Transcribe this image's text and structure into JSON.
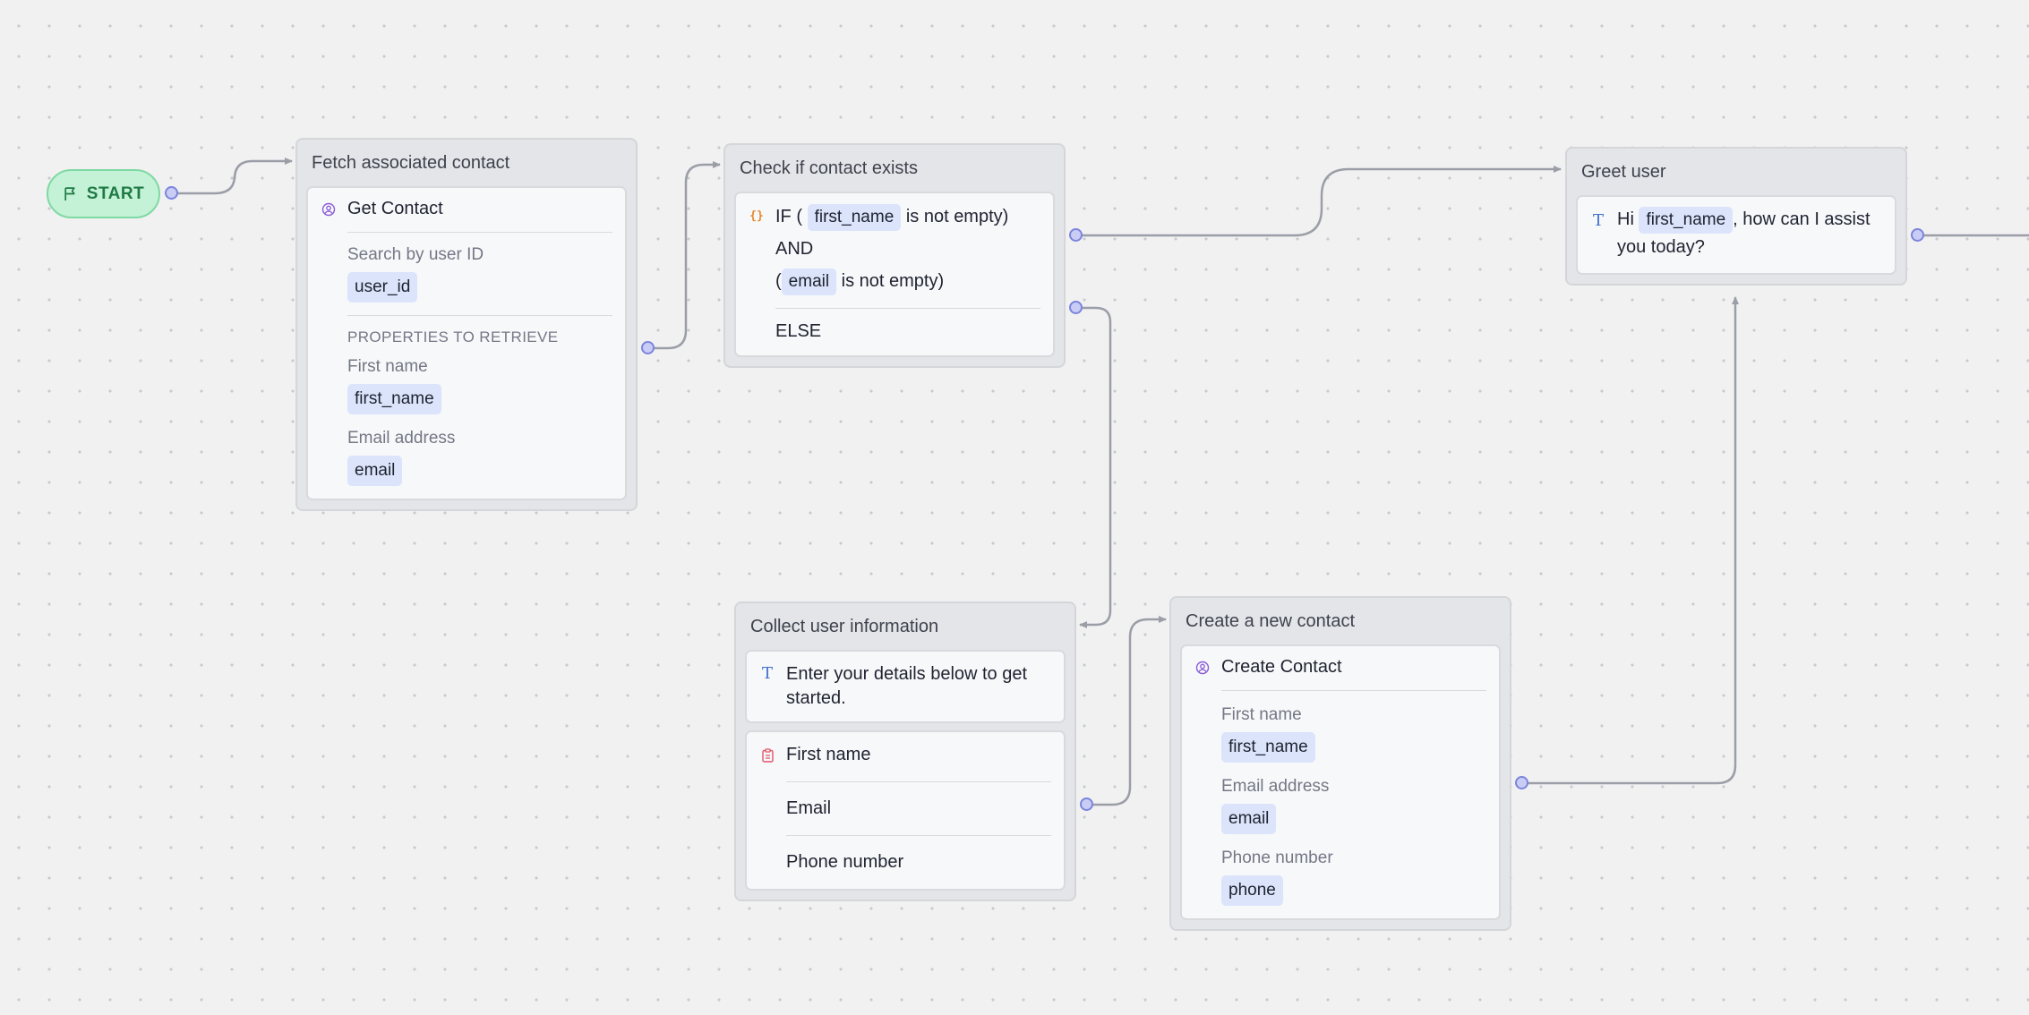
{
  "start": {
    "label": "START"
  },
  "nodes": {
    "fetch": {
      "title": "Fetch associated contact",
      "action": "Get Contact",
      "search_label": "Search by user ID",
      "search_value": "user_id",
      "props_heading": "PROPERTIES TO RETRIEVE",
      "props": [
        {
          "label": "First name",
          "value": "first_name"
        },
        {
          "label": "Email address",
          "value": "email"
        }
      ]
    },
    "check": {
      "title": "Check if contact exists",
      "cond": {
        "p1": "IF (",
        "v1": "first_name",
        "p2": "is not empty) AND",
        "p3": "(",
        "v2": "email",
        "p4": "is not empty)"
      },
      "else_label": "ELSE"
    },
    "greet": {
      "title": "Greet user",
      "msg": {
        "pre": "Hi",
        "var": "first_name",
        "post": ", how can I assist",
        "line2": "you today?"
      }
    },
    "collect": {
      "title": "Collect user information",
      "intro_line1": "Enter your details below to get",
      "intro_line2": "started.",
      "fields": [
        "First name",
        "Email",
        "Phone number"
      ]
    },
    "create": {
      "title": "Create a new contact",
      "action": "Create Contact",
      "props": [
        {
          "label": "First name",
          "value": "first_name"
        },
        {
          "label": "Email address",
          "value": "email"
        },
        {
          "label": "Phone number",
          "value": "phone"
        }
      ]
    }
  },
  "colors": {
    "port": "#7b84dc",
    "edge": "#9b9ea7",
    "chip": "#dbe4fb",
    "start_bg": "#c3f2d6",
    "text_icon": "#3f6fd0",
    "contact_icon": "#8a5cd6",
    "form_icon": "#e0566a",
    "code_icon": "#e68a2e"
  },
  "icons": {
    "start": "flag-icon",
    "contact": "user-circle-icon",
    "text": "text-t-icon",
    "form": "clipboard-icon",
    "code": "curly-braces-icon"
  }
}
